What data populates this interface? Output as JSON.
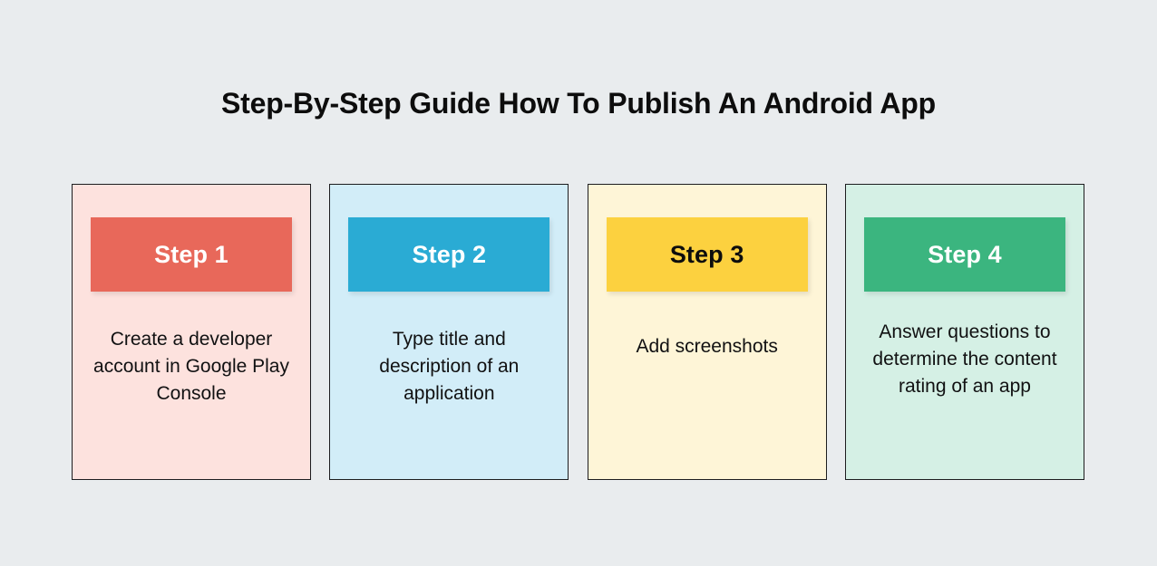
{
  "page": {
    "title": "Step-By-Step Guide How To Publish An Android App",
    "background_color": "#e9ecee",
    "title_color": "#0d0d0d"
  },
  "steps": [
    {
      "badge_label": "Step 1",
      "body": "Create a developer account in Google Play Console",
      "badge_color": "#e8685a",
      "badge_text_color": "#ffffff",
      "card_color": "#fde2de",
      "border_color": "#1d1d1f"
    },
    {
      "badge_label": "Step 2",
      "body": "Type title and description of an application",
      "badge_color": "#2aabd4",
      "badge_text_color": "#ffffff",
      "card_color": "#d2edf8",
      "border_color": "#1d1d1f"
    },
    {
      "badge_label": "Step 3",
      "body": "Add screenshots",
      "badge_color": "#fcd13f",
      "badge_text_color": "#0d0d0d",
      "card_color": "#fef5d7",
      "border_color": "#1d1d1f"
    },
    {
      "badge_label": "Step 4",
      "body": "Answer questions to determine the content rating of an app",
      "badge_color": "#3bb57f",
      "badge_text_color": "#ffffff",
      "card_color": "#d5f0e5",
      "border_color": "#1d1d1f"
    }
  ]
}
